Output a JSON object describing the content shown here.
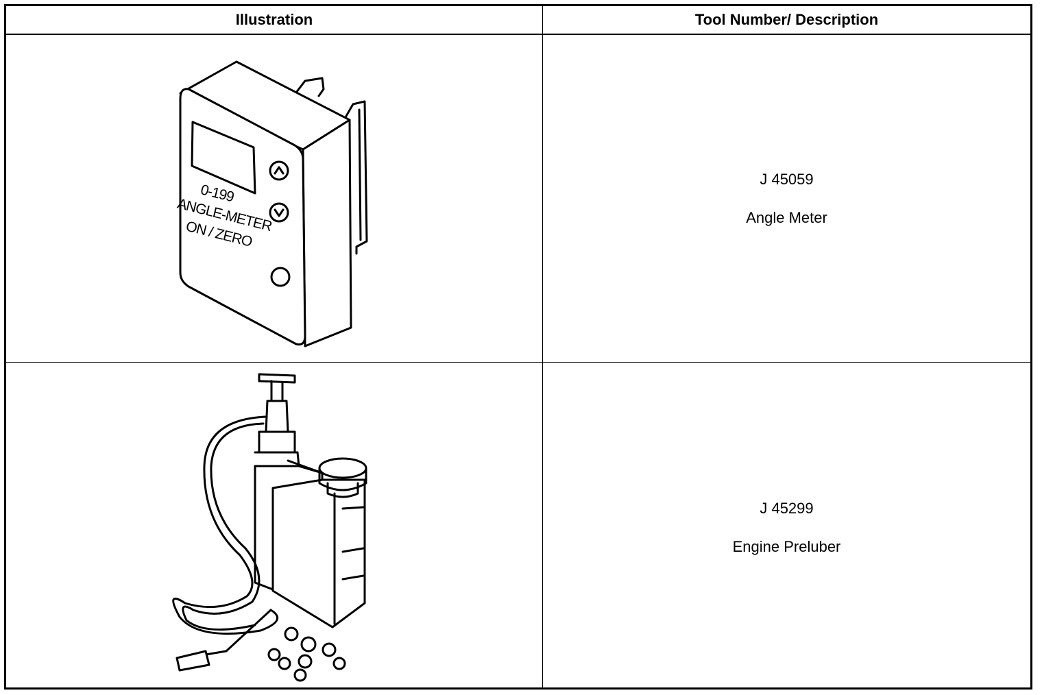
{
  "table": {
    "headers": [
      "Illustration",
      "Tool Number/ Description"
    ],
    "rows": [
      {
        "tool_number": "J 45059",
        "description": "Angle Meter",
        "illustration": {
          "icon": "angle-meter-illustration",
          "lettering": [
            "0-199",
            "ANGLE-METER",
            "ON / ZERO"
          ]
        }
      },
      {
        "tool_number": "J 45299",
        "description": "Engine Preluber",
        "illustration": {
          "icon": "engine-preluber-illustration"
        }
      }
    ]
  }
}
